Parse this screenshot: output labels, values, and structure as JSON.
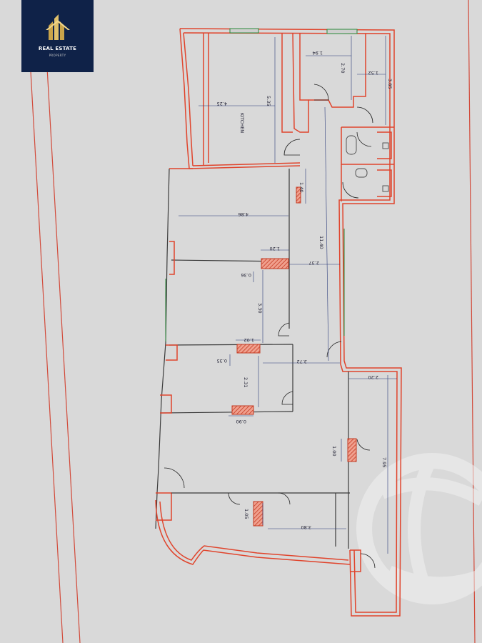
{
  "logo": {
    "title": "REAL ESTATE",
    "subtitle": "PROPERTY",
    "icon": "building-logo-icon"
  },
  "plan": {
    "room_labels": {
      "kitchen": "KITCHEN"
    },
    "dimensions": {
      "d_194": "1.94",
      "d_270": "2.70",
      "d_152": "1.52",
      "d_385": "3.85",
      "d_425": "4.25",
      "d_535": "5.35",
      "d_140": "1.40",
      "d_486": "4.86",
      "d_1140": "11.40",
      "d_120": "1.20",
      "d_237": "2.37",
      "d_036": "0.36",
      "d_330": "3.30",
      "d_102": "1.02",
      "d_035": "0.35",
      "d_372": "3.72",
      "d_231": "2.31",
      "d_220": "2.20",
      "d_090": "0.90",
      "d_100": "1.00",
      "d_795": "7.95",
      "d_105": "1.05",
      "d_380": "3.80"
    },
    "colors": {
      "paper": "#d9d9d9",
      "wall": "#e0442c",
      "column_fill": "#d9442b",
      "dimension": "#2a3a7a",
      "logo_bg": "#0f2248"
    },
    "watermark_icon": "globe-watermark-icon"
  }
}
